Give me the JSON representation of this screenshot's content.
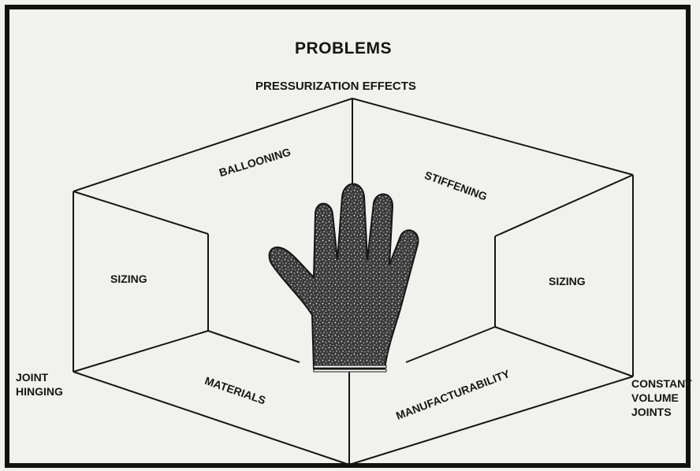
{
  "diagram": {
    "title": "PROBLEMS",
    "labels": {
      "pressurization_effects": "PRESSURIZATION EFFECTS",
      "ballooning": "BALLOONING",
      "stiffening": "STIFFENING",
      "sizing_left": "SIZING",
      "sizing_right": "SIZING",
      "materials": "MATERIALS",
      "manufacturability": "MANUFACTURABILITY",
      "joint_hinging": "JOINT HINGING",
      "constant_volume_joints": "CONSTANT VOLUME JOINTS"
    },
    "colors": {
      "ink": "#151515",
      "glove_fill": "#444444",
      "page_background": "#f1f1ee"
    },
    "icons": {
      "glove": "glove-icon"
    }
  }
}
